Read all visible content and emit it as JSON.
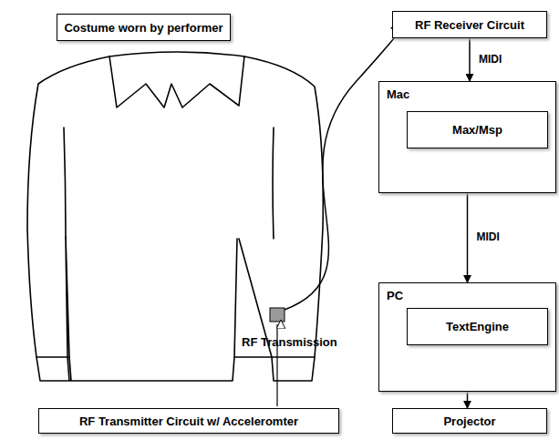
{
  "diagram": {
    "nodes": [
      {
        "text": [
          "Costume worn by performer"
        ]
      },
      {
        "text": [
          "RF Transmitter Circuit w/ Acceleromter"
        ]
      },
      {
        "text": [
          "RF Receiver Circuit"
        ]
      },
      {
        "text": [
          "Mac"
        ]
      },
      {
        "text": [
          "Max/Msp"
        ],
        "in": 3
      },
      {
        "text": [
          "PC"
        ]
      },
      {
        "text": [
          "TextEngine"
        ],
        "in": 5
      },
      {
        "text": [
          "Projector"
        ]
      }
    ],
    "edges": [
      {
        "from": 2,
        "to": 3,
        "label": "MIDI",
        "arrow": "to"
      },
      {
        "from": 3,
        "to": 5,
        "label": "MIDI",
        "arrow": "to"
      },
      {
        "from": 5,
        "to": 7,
        "arrow": "to"
      }
    ],
    "labels": [
      "RF Transmission"
    ]
  }
}
